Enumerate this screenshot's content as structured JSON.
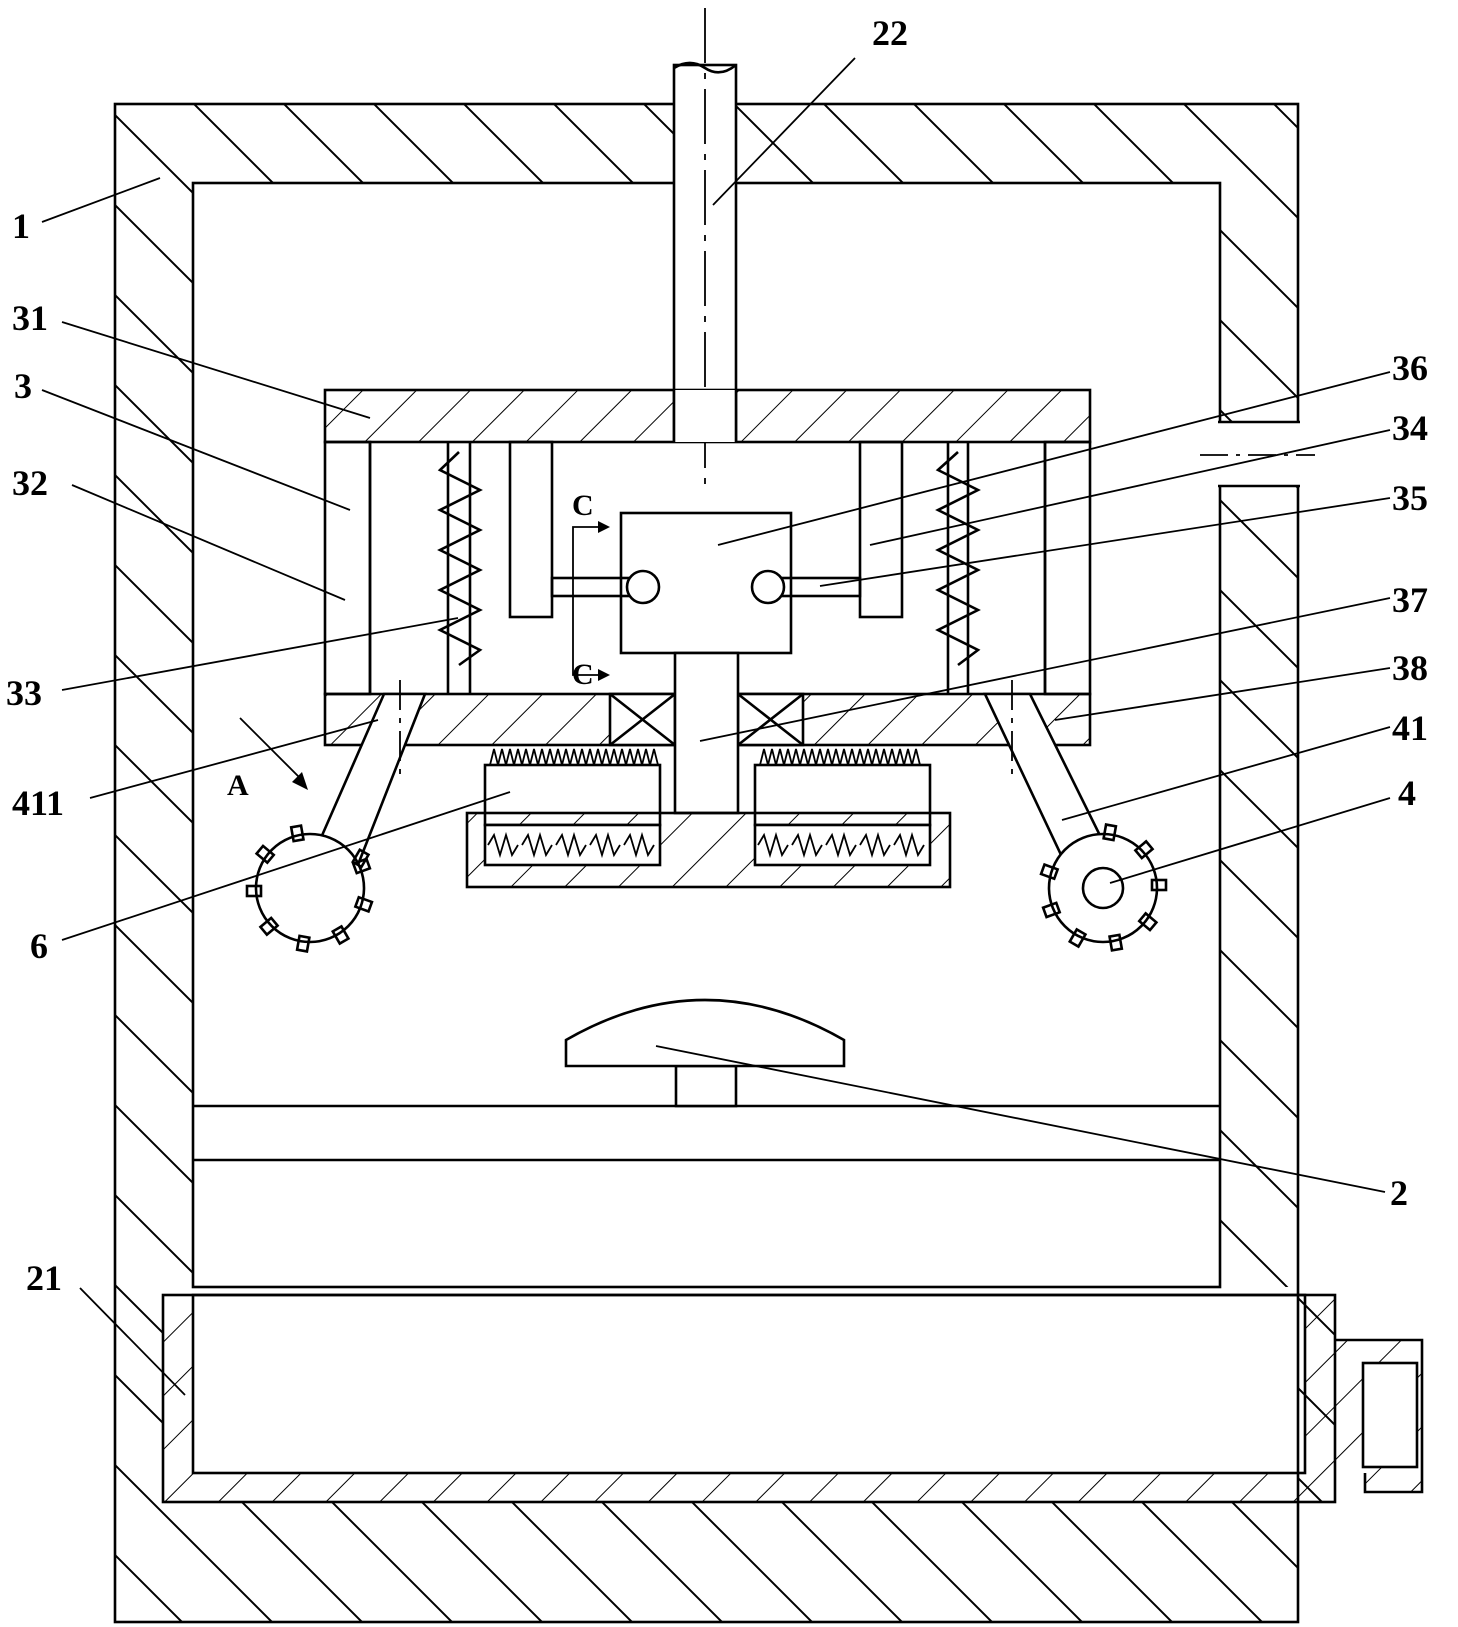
{
  "figure": {
    "labels": {
      "l1": "1",
      "l31": "31",
      "l3": "3",
      "l32": "32",
      "l33": "33",
      "l411": "411",
      "l6": "6",
      "l21": "21",
      "l22": "22",
      "l36": "36",
      "l34": "34",
      "l35": "35",
      "l37": "37",
      "l38": "38",
      "l41": "41",
      "l4": "4",
      "l2": "2"
    },
    "section_marks": {
      "c_top": "C",
      "c_bottom": "C",
      "view_a": "A"
    }
  }
}
